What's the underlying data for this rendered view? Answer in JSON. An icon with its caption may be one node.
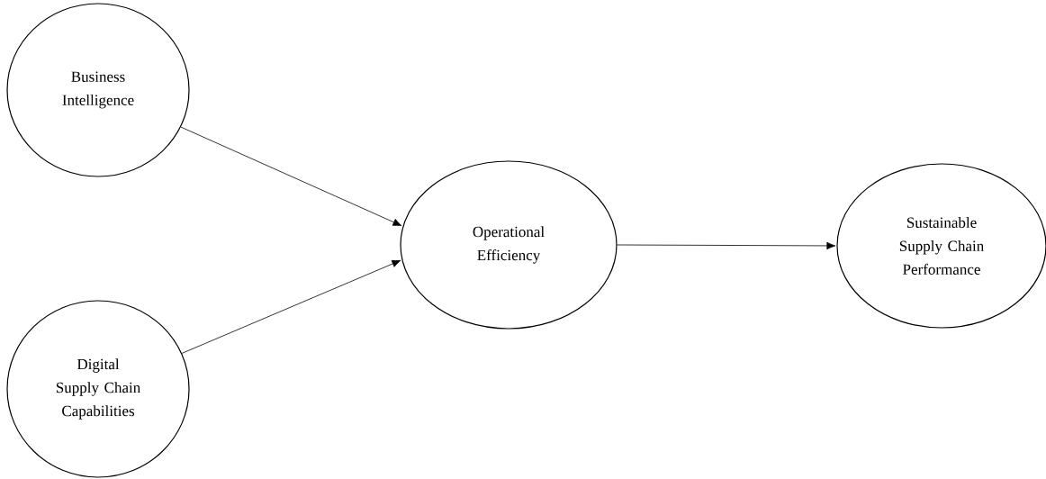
{
  "diagram": {
    "nodes": [
      {
        "text": [
          "Business Intelligence"
        ]
      },
      {
        "text": [
          "Digital Supply Chain Capabilities"
        ]
      },
      {
        "text": [
          "Operational Efficiency"
        ]
      },
      {
        "text": [
          "Sustainable Supply Chain Performance"
        ]
      }
    ],
    "edges": [
      {
        "from": 0,
        "to": 2,
        "arrow": "to"
      },
      {
        "from": 1,
        "to": 2,
        "arrow": "to"
      },
      {
        "from": 2,
        "to": 3,
        "arrow": "to"
      }
    ]
  }
}
